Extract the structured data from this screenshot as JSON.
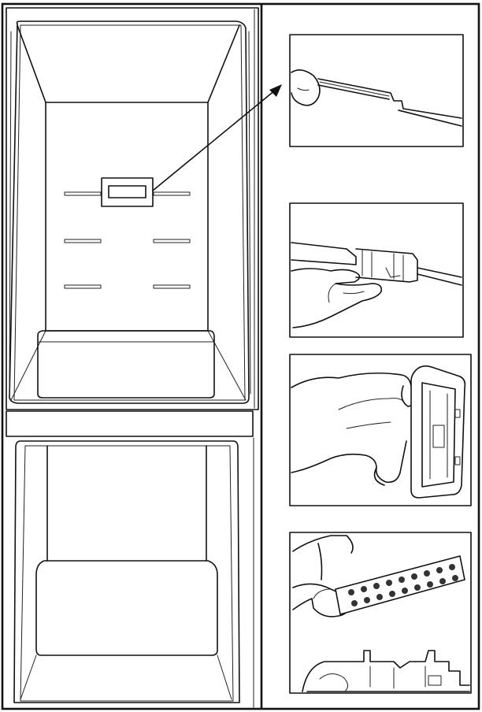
{
  "colors": {
    "line": "#111111",
    "background": "#ffffff"
  },
  "figure": {
    "left_panel": "refrigerator-interior",
    "right_panel_steps": [
      "step-1-clip-detail",
      "step-2-remove-cover",
      "step-3-open-cover",
      "step-4-replace-filter"
    ]
  }
}
